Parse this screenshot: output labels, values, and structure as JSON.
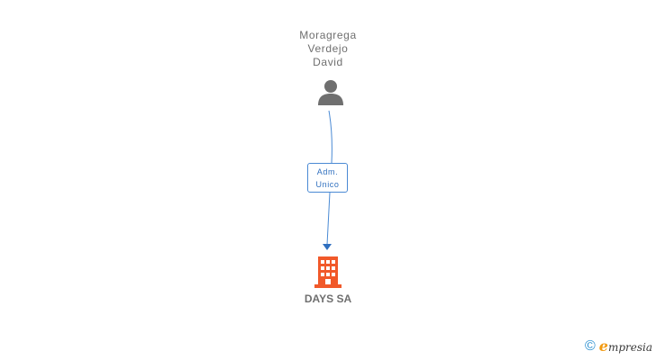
{
  "person": {
    "name_lines": [
      "Moragrega",
      "Verdejo",
      "David"
    ],
    "icon": "person-icon"
  },
  "relation": {
    "label_lines": [
      "Adm.",
      "Unico"
    ]
  },
  "company": {
    "name": "DAYS SA",
    "icon": "building-icon"
  },
  "brand": {
    "copyright": "©",
    "initial": "e",
    "rest": "mpresia"
  },
  "colors": {
    "person_icon": "#6f6f6f",
    "edge": "#4a8ad4",
    "company_icon": "#f1592a",
    "brand_accent": "#f29a10",
    "brand_copyright": "#2a8fd0"
  }
}
